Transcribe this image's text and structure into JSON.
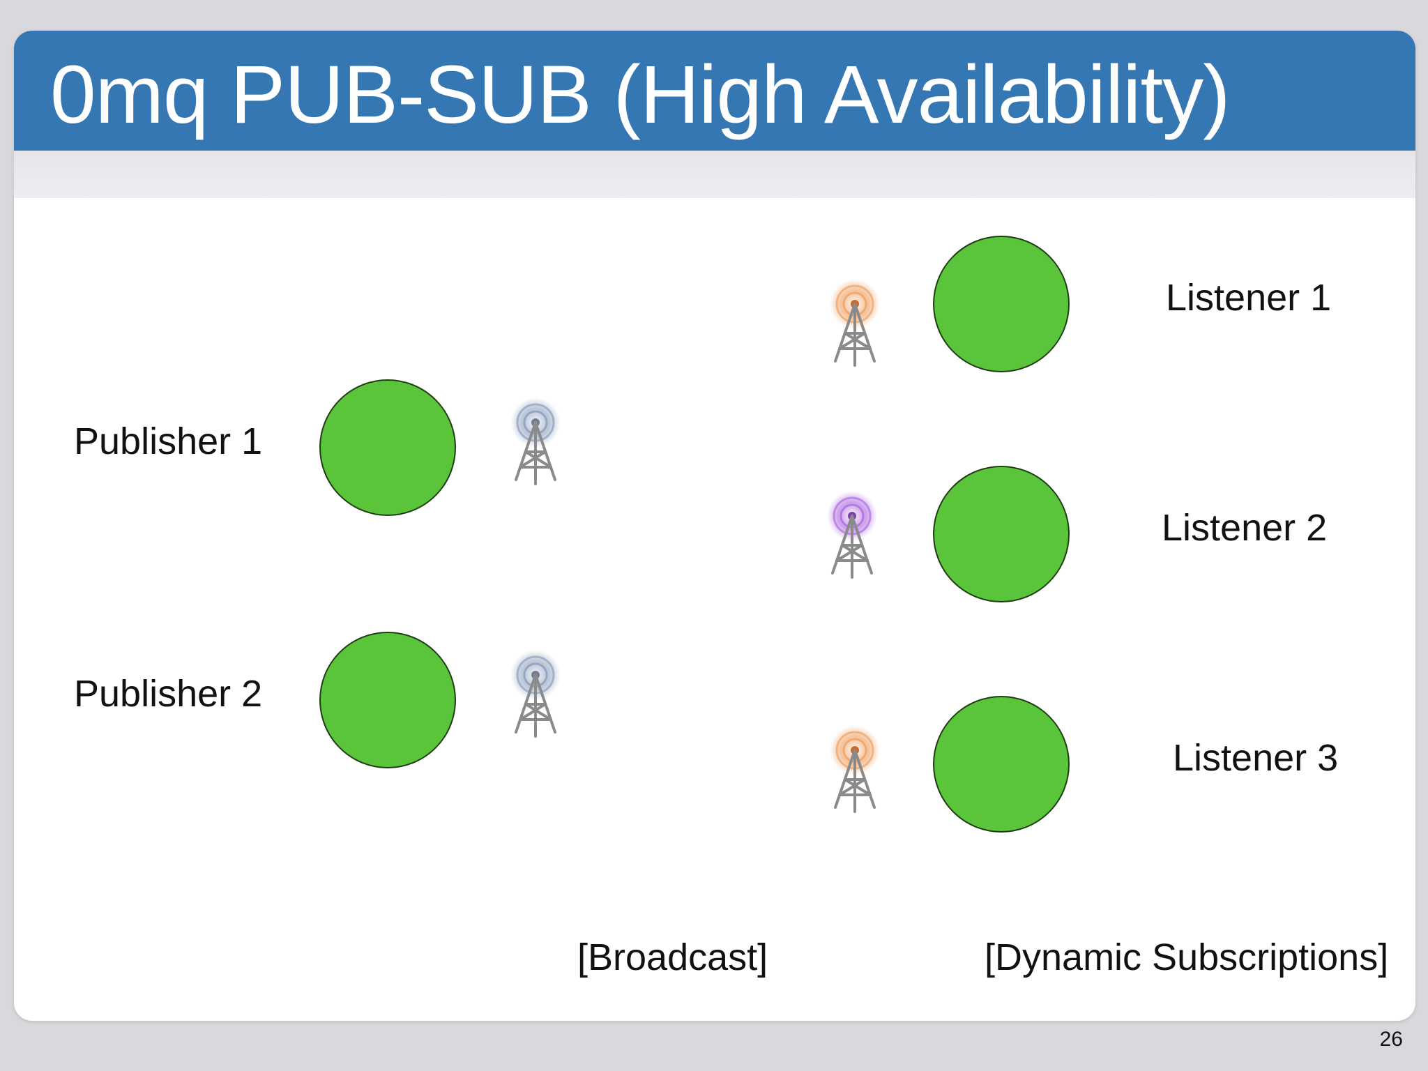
{
  "slide": {
    "title": "0mq PUB-SUB (High Availability)",
    "page_number": "26"
  },
  "publishers": [
    {
      "label": "Publisher 1",
      "tower_color": "#8c9fbd"
    },
    {
      "label": "Publisher 2",
      "tower_color": "#8c9fbd"
    }
  ],
  "listeners": [
    {
      "label": "Listener 1",
      "tower_color": "#f0a265"
    },
    {
      "label": "Listener 2",
      "tower_color": "#b06de0"
    },
    {
      "label": "Listener 3",
      "tower_color": "#f0a265"
    }
  ],
  "captions": {
    "broadcast": "[Broadcast]",
    "dynamic": "[Dynamic Subscriptions]"
  },
  "colors": {
    "title_bar": "#3577b3",
    "node_fill": "#5ac53a"
  },
  "icons": {
    "tower": "broadcast-tower-icon"
  }
}
